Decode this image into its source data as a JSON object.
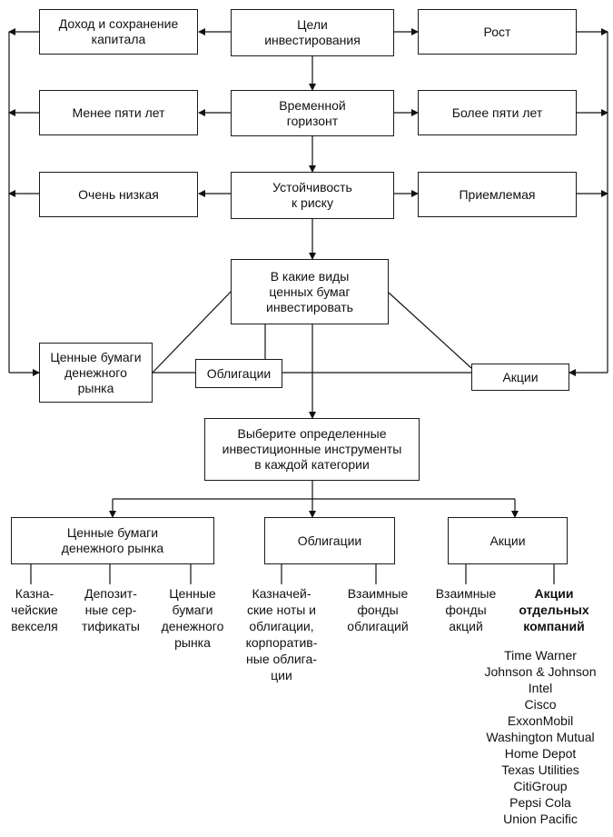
{
  "boxes": {
    "goals": "Цели\nинвестирования",
    "income": "Доход и сохранение\nкапитала",
    "growth": "Рост",
    "horizon": "Временной\nгоризонт",
    "less5": "Менее пяти лет",
    "more5": "Более пяти лет",
    "risk": "Устойчивость\nк риску",
    "very_low": "Очень низкая",
    "acceptable": "Приемлемая",
    "which": "В какие виды\nценных бумаг\nинвестировать",
    "money_market": "Ценные бумаги\nденежного\nрынка",
    "bonds": "Облигации",
    "stocks": "Акции",
    "choose": "Выберите определенные\nинвестиционные инструменты\nв каждой категории",
    "cat_money": "Ценные бумаги\nденежного рынка",
    "cat_bonds": "Облигации",
    "cat_stocks": "Акции"
  },
  "leaves": {
    "t_bills": "Казна-\nчейские\nвекселя",
    "deposits": "Депозит-\nные сер-\nтификаты",
    "mm_securities": "Ценные\nбумаги\nденежного\nрынка",
    "treasury_notes": "Казначей-\nские ноты и\nоблигации,\nкорпоратив-\nные облига-\nции",
    "bond_funds": "Взаимные\nфонды\nоблигаций",
    "stock_funds": "Взаимные\nфонды\nакций",
    "individual": "Акции\nотдельных\nкомпаний"
  },
  "companies": [
    "Time Warner",
    "Johnson & Johnson",
    "Intel",
    "Cisco",
    "ExxonMobil",
    "Washington Mutual",
    "Home Depot",
    "Texas Utilities",
    "CitiGroup",
    "Pepsi Cola",
    "Union Pacific"
  ]
}
